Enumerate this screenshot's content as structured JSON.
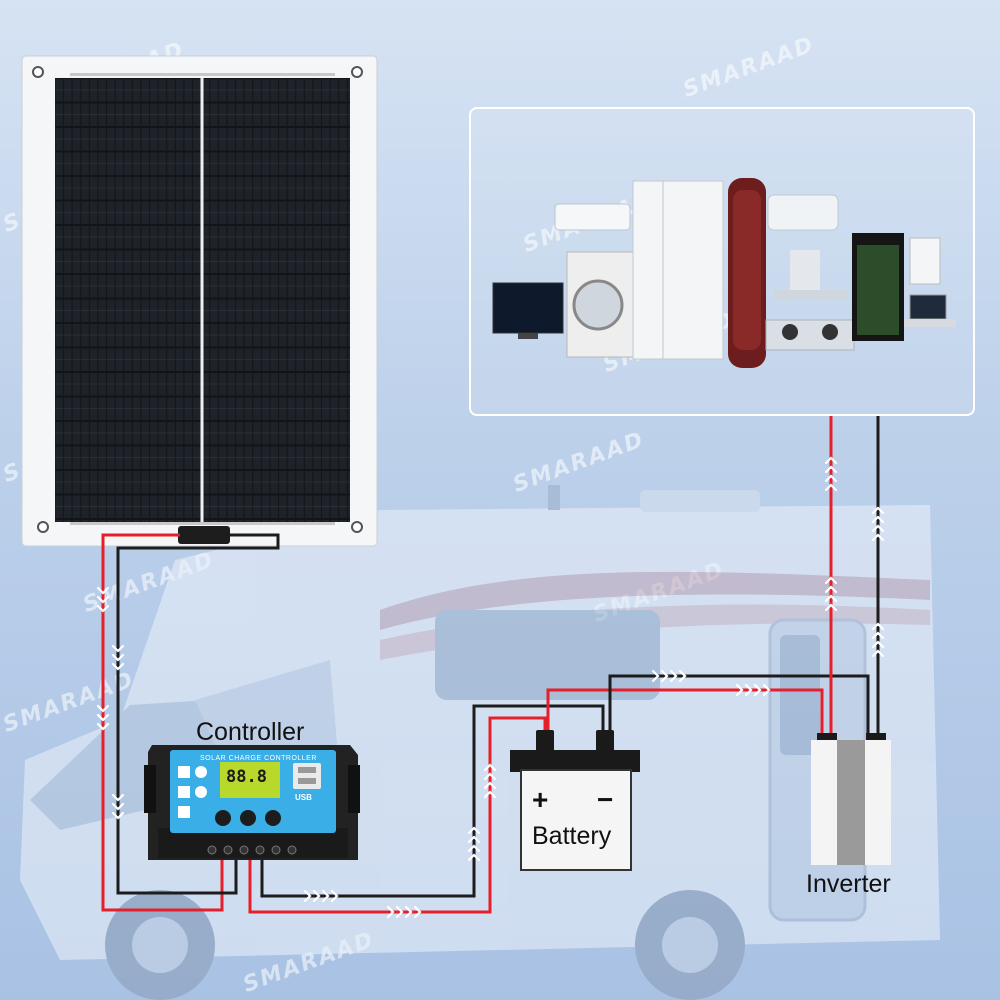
{
  "watermark": "SMARAAD",
  "labels": {
    "controller": "Controller",
    "battery": "Battery",
    "battery_plus": "+",
    "battery_minus": "−",
    "inverter": "Inverter"
  },
  "controller_screen": {
    "header": "SOLAR CHARGE CONTROLLER",
    "digits": "88.8",
    "usb": "USB"
  },
  "colors": {
    "positive_wire": "#e5202a",
    "negative_wire": "#1c1c1c",
    "panel_frame": "#ffffff",
    "controller_face": "#3aaee6"
  }
}
